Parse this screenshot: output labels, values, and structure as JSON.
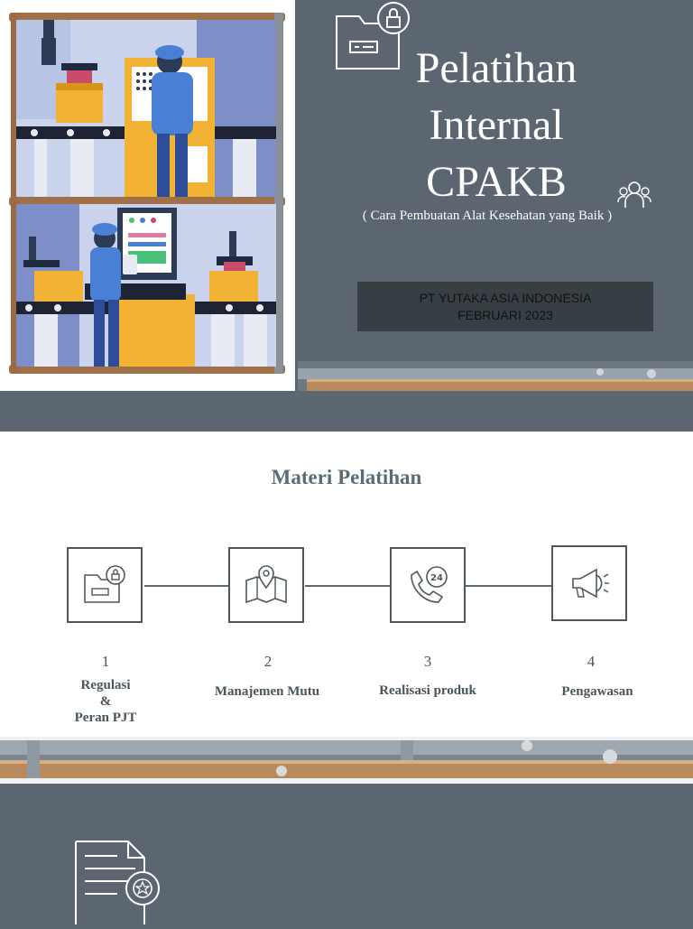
{
  "slide1": {
    "title_lines": [
      "Pelatihan",
      "Internal",
      "CPAKB"
    ],
    "subtitle": "( Cara Pembuatan Alat Kesehatan yang Baik )",
    "company": "PT YUTAKA ASIA INDONESIA",
    "date": "FEBRUARI 2023",
    "icons": [
      "folder-lock-icon",
      "person-group-icon",
      "factory-illustration"
    ]
  },
  "slide2": {
    "title": "Materi Pelatihan",
    "steps": [
      {
        "num": "1",
        "label_lines": [
          "Regulasi",
          "&",
          "Peran PJT"
        ],
        "icon": "folder-lock-icon"
      },
      {
        "num": "2",
        "label_lines": [
          "Manajemen Mutu"
        ],
        "icon": "map-pin-icon"
      },
      {
        "num": "3",
        "label_lines": [
          "Realisasi produk"
        ],
        "icon": "phone-24h-icon"
      },
      {
        "num": "4",
        "label_lines": [
          "Pengawasan"
        ],
        "icon": "megaphone-icon"
      }
    ]
  },
  "slide3": {
    "icons": [
      "certificate-document-icon"
    ]
  },
  "colors": {
    "slide_bg": "#5c6670",
    "box_dark": "#373f45",
    "heading": "#5c6b74",
    "wood": "#a07048"
  }
}
